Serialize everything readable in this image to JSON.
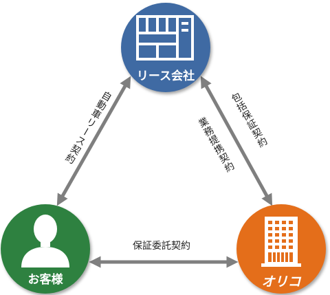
{
  "nodes": {
    "lease": {
      "label": "リース会社"
    },
    "customer": {
      "label": "お客様"
    },
    "orico": {
      "label": "オリコ"
    }
  },
  "edges": {
    "customer_lease": {
      "label": "自動車リース契約"
    },
    "lease_orico_outer": {
      "label": "包括保証契約"
    },
    "lease_orico_inner": {
      "label": "業務提携契約"
    },
    "customer_orico": {
      "label": "保証委託契約"
    }
  },
  "colors": {
    "lease": "#3f6aa3",
    "customer": "#2e8140",
    "orico": "#e46e1a",
    "arrow": "#7f7f7f"
  },
  "icons": {
    "lease": "building-gate-icon",
    "customer": "person-silhouette-icon",
    "orico": "office-building-icon"
  }
}
